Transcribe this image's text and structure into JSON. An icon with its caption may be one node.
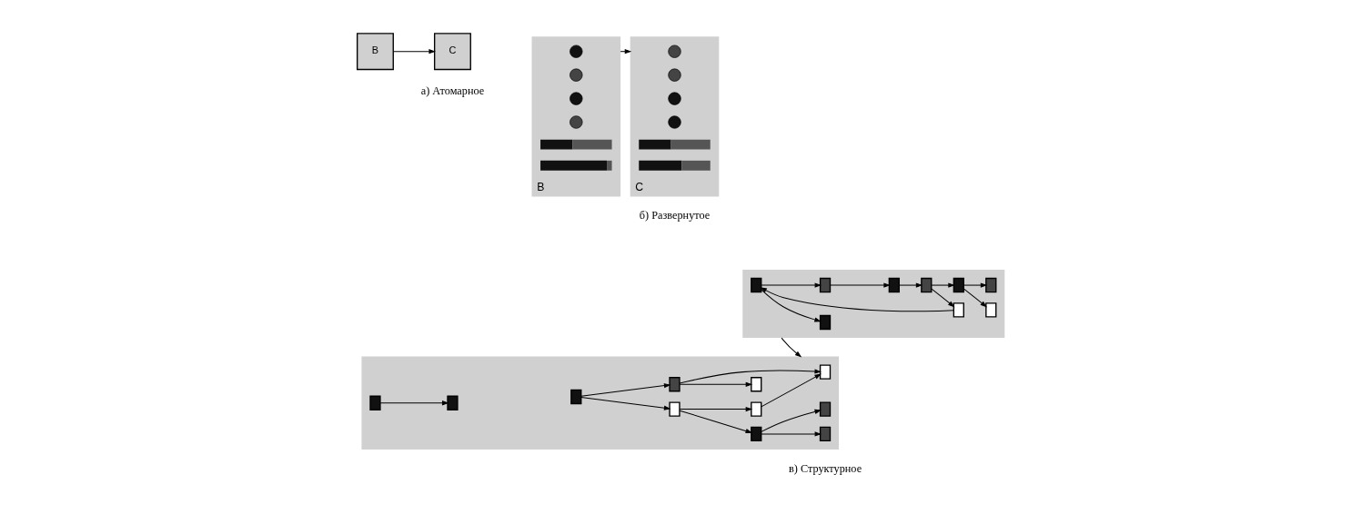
{
  "diagram": {
    "nodes": [
      {
        "text": [
          "B"
        ]
      },
      {
        "text": [
          "C"
        ]
      },
      {
        "text": [
          "B"
        ]
      },
      {
        "text": [],
        "shape": "circle",
        "in": 2
      },
      {
        "text": [],
        "shape": "circle",
        "in": 2
      },
      {
        "text": [],
        "shape": "circle",
        "in": 2
      },
      {
        "text": [],
        "shape": "circle",
        "in": 2
      },
      {
        "text": [],
        "shape": "bar",
        "in": 2
      },
      {
        "text": [],
        "shape": "bar",
        "in": 2
      },
      {
        "text": [
          "C"
        ]
      },
      {
        "text": [],
        "shape": "circle",
        "in": 9
      },
      {
        "text": [],
        "shape": "circle",
        "in": 9
      },
      {
        "text": [],
        "shape": "circle",
        "in": 9
      },
      {
        "text": [],
        "shape": "circle",
        "in": 9
      },
      {
        "text": [],
        "shape": "bar",
        "in": 9
      },
      {
        "text": [],
        "shape": "bar",
        "in": 9
      },
      {
        "text": [],
        "shape": "box"
      },
      {
        "text": [],
        "shape": "box",
        "in": 16
      },
      {
        "text": [],
        "shape": "box",
        "in": 16
      },
      {
        "text": [],
        "shape": "box",
        "in": 16
      },
      {
        "text": [],
        "shape": "box",
        "in": 16
      },
      {
        "text": [],
        "shape": "box",
        "in": 16
      },
      {
        "text": [],
        "shape": "box",
        "in": 16
      },
      {
        "text": [],
        "shape": "box",
        "in": 16
      },
      {
        "text": [],
        "shape": "box",
        "in": 16
      },
      {
        "text": [],
        "shape": "box",
        "in": 16
      },
      {
        "text": [],
        "shape": "box"
      },
      {
        "text": [],
        "shape": "box",
        "in": 26
      },
      {
        "text": [],
        "shape": "box",
        "in": 26
      },
      {
        "text": [],
        "shape": "box",
        "in": 26
      },
      {
        "text": [],
        "shape": "box",
        "in": 26
      },
      {
        "text": [],
        "shape": "box",
        "in": 26
      },
      {
        "text": [],
        "shape": "box",
        "in": 26
      },
      {
        "text": [],
        "shape": "box",
        "in": 26
      },
      {
        "text": [],
        "shape": "box",
        "in": 26
      },
      {
        "text": [],
        "shape": "box",
        "in": 26
      },
      {
        "text": [],
        "shape": "box",
        "in": 26
      },
      {
        "text": [],
        "shape": "box",
        "in": 26
      }
    ],
    "edges": [
      {
        "from": 0,
        "to": 1,
        "arrow": "to"
      },
      {
        "from": 2,
        "to": 9,
        "arrow": "to"
      },
      {
        "from": 16,
        "to": 26,
        "arrow": "to"
      },
      {
        "from": 17,
        "to": 18,
        "arrow": "to"
      },
      {
        "from": 17,
        "to": 19,
        "arrow": "to"
      },
      {
        "from": 18,
        "to": 20,
        "arrow": "to"
      },
      {
        "from": 22,
        "to": 17,
        "arrow": "to"
      },
      {
        "from": 20,
        "to": 21,
        "arrow": "to"
      },
      {
        "from": 21,
        "to": 22,
        "arrow": "to"
      },
      {
        "from": 21,
        "to": 24,
        "arrow": "to"
      },
      {
        "from": 24,
        "to": 23,
        "arrow": "to"
      },
      {
        "from": 24,
        "to": 25,
        "arrow": "to"
      },
      {
        "from": 28,
        "to": 27,
        "arrow": "to"
      },
      {
        "from": 28,
        "to": 29,
        "arrow": "to"
      },
      {
        "from": 32,
        "to": 28,
        "arrow": "to"
      },
      {
        "from": 30,
        "to": 31,
        "arrow": "to"
      },
      {
        "from": 34,
        "to": 27,
        "arrow": "to"
      },
      {
        "from": 32,
        "to": 33,
        "arrow": "to"
      },
      {
        "from": 33,
        "to": 34,
        "arrow": "to"
      },
      {
        "from": 33,
        "to": 36,
        "arrow": "to"
      },
      {
        "from": 36,
        "to": 35,
        "arrow": "to"
      },
      {
        "from": 36,
        "to": 37,
        "arrow": "to"
      }
    ],
    "labels": [
      "а) Атомарное",
      "б) Развернутое",
      "в) Структурное"
    ]
  }
}
